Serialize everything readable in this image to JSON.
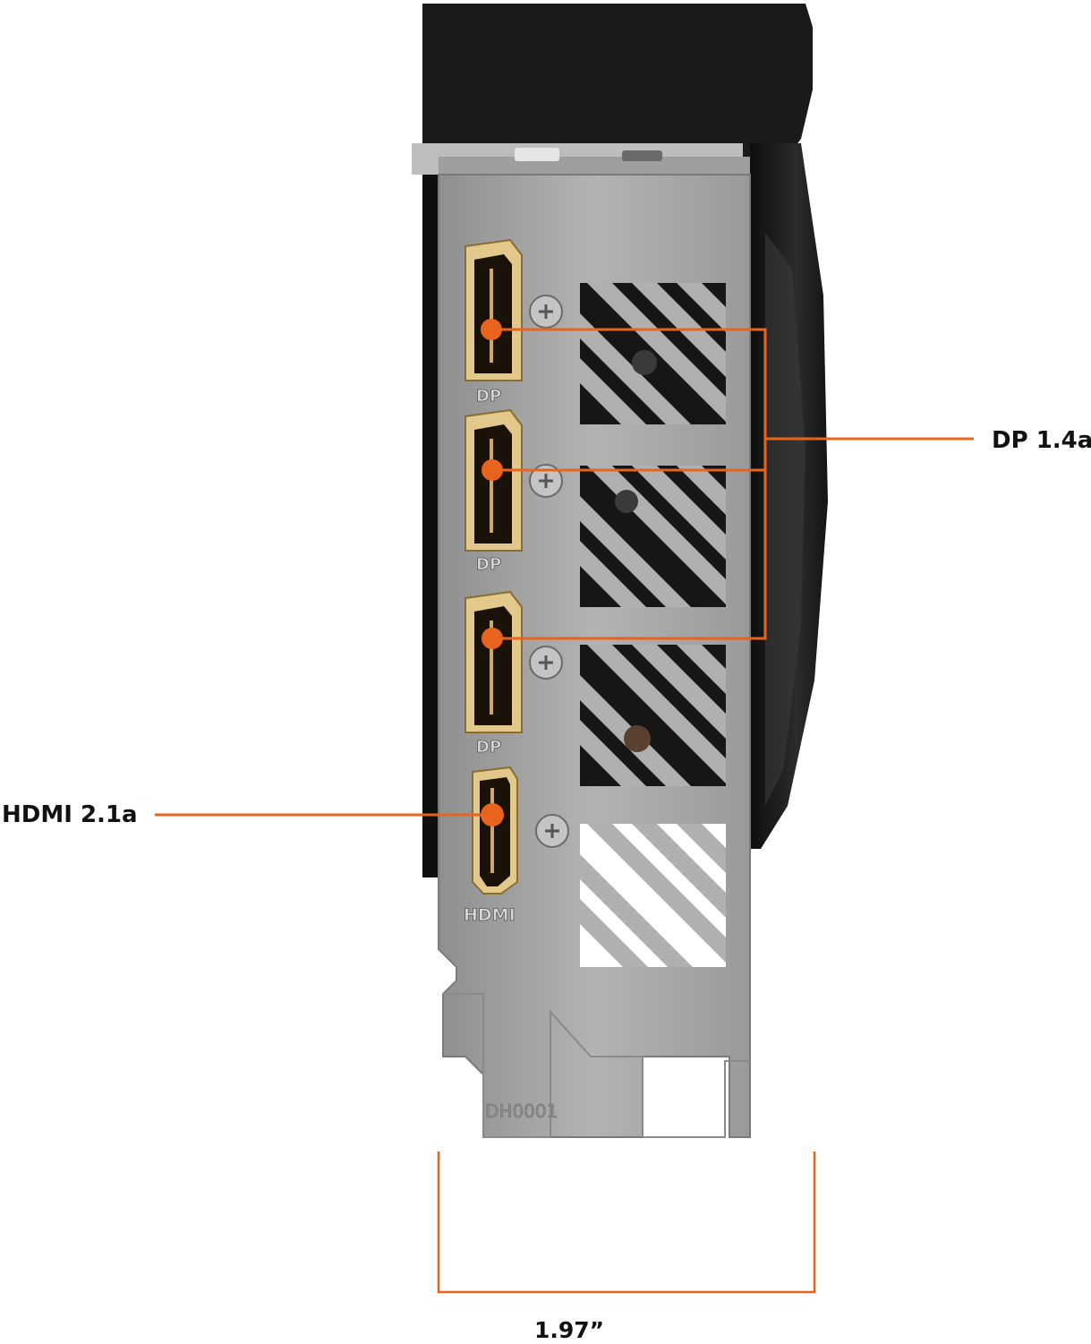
{
  "callouts": {
    "dp": "DP 1.4a",
    "hdmi": "HDMI 2.1a",
    "width": "1.97”"
  },
  "bracket": {
    "ports": [
      {
        "label": "DP"
      },
      {
        "label": "DP"
      },
      {
        "label": "DP"
      },
      {
        "label": "HDMI"
      }
    ],
    "stamp": "DH0001"
  },
  "colors": {
    "accent": "#e8641e",
    "bracket": "#a9a9a9",
    "card_body": "#1c1c1c",
    "port_gold": "#e2c98b"
  }
}
